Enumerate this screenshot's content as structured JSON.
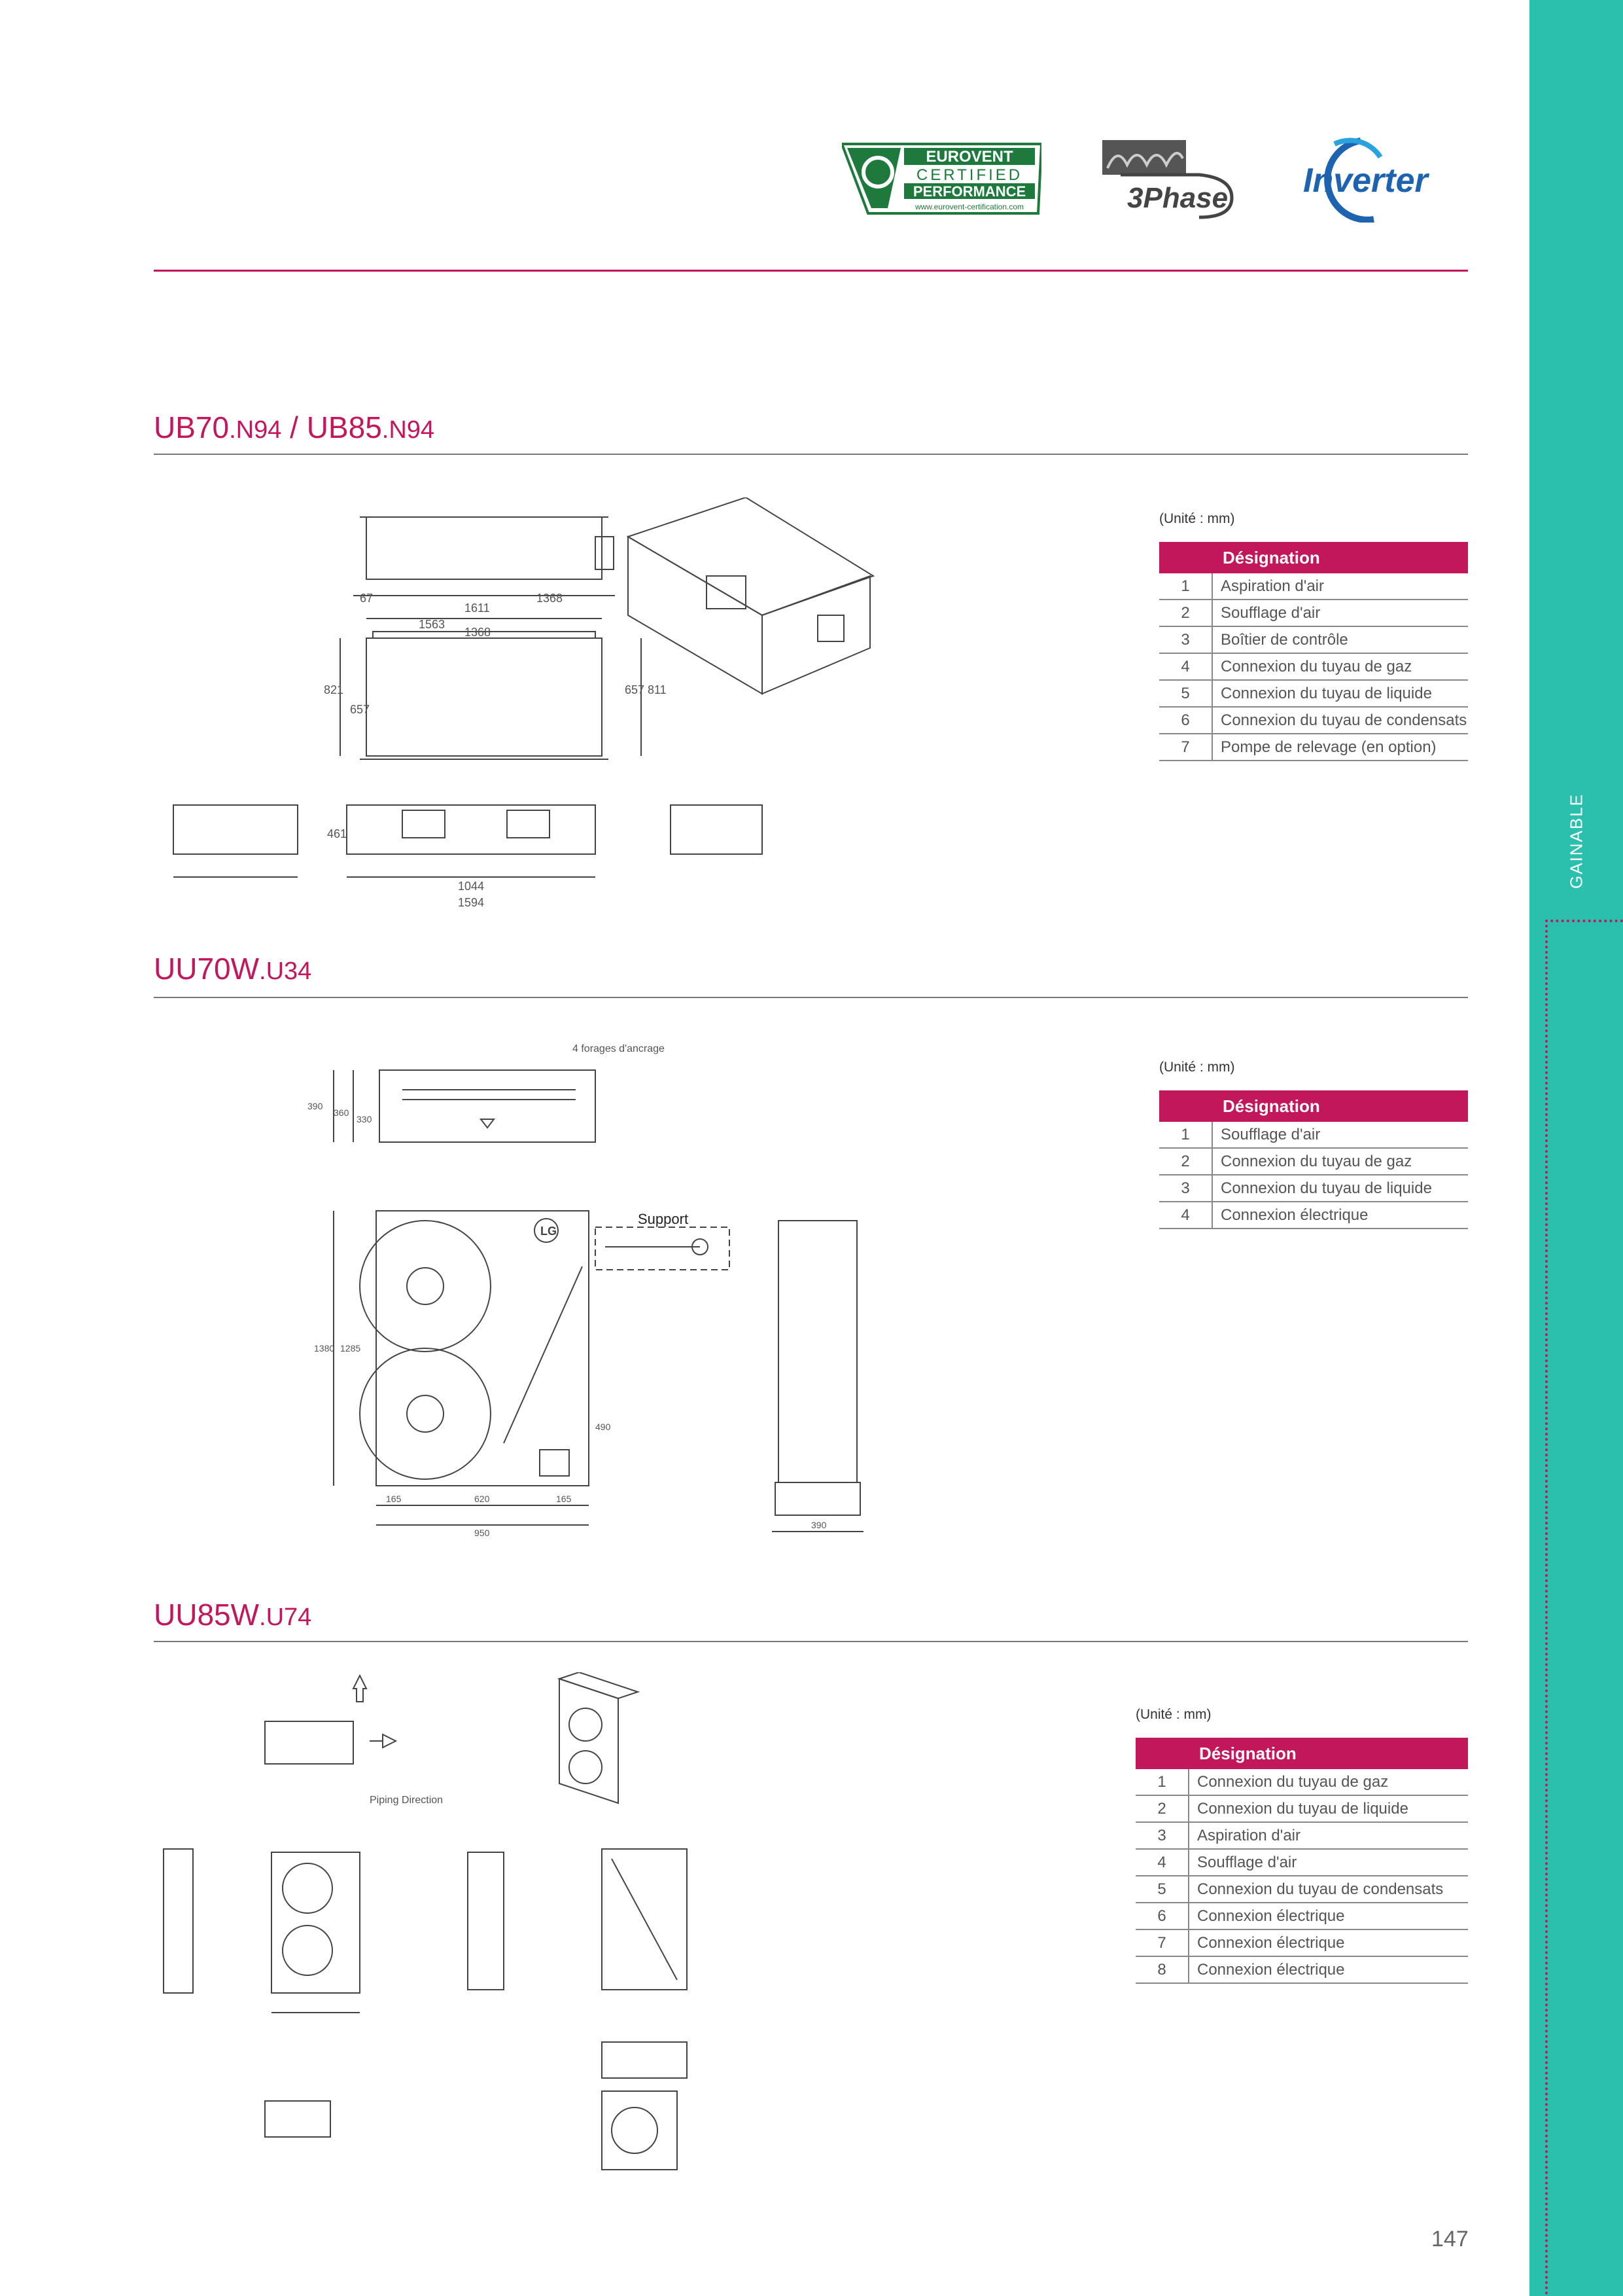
{
  "logos": {
    "eurovent_line1": "EUROVENT",
    "eurovent_line2": "CERTIFIED",
    "eurovent_line3": "PERFORMANCE",
    "eurovent_url": "www.eurovent-certification.com",
    "phase_label": "3Phase",
    "inverter_label": "Inverter"
  },
  "sidebar": {
    "label": "GAINABLE"
  },
  "sections": [
    {
      "title": "UB70",
      "title_suffix": ".N94",
      "title_sep": " / ",
      "title2": "UB85",
      "title2_suffix": ".N94",
      "unit": "(Unité : mm)",
      "header": "Désignation",
      "rows": [
        {
          "n": "1",
          "label": "Aspiration d'air"
        },
        {
          "n": "2",
          "label": "Soufflage d'air"
        },
        {
          "n": "3",
          "label": "Boîtier de contrôle"
        },
        {
          "n": "4",
          "label": "Connexion du tuyau de gaz"
        },
        {
          "n": "5",
          "label": "Connexion du tuyau de liquide"
        },
        {
          "n": "6",
          "label": "Connexion du tuyau de condensats"
        },
        {
          "n": "7",
          "label": "Pompe de relevage (en option)"
        }
      ],
      "dims": [
        "67",
        "1611",
        "1368",
        "1563",
        "1368",
        "821",
        "657",
        "657",
        "811",
        "461",
        "1044",
        "1594"
      ]
    },
    {
      "title": "UU70W",
      "title_suffix": ".U34",
      "unit": "(Unité : mm)",
      "header": "Désignation",
      "rows": [
        {
          "n": "1",
          "label": "Soufflage d'air"
        },
        {
          "n": "2",
          "label": "Connexion du tuyau de gaz"
        },
        {
          "n": "3",
          "label": "Connexion du tuyau de liquide"
        },
        {
          "n": "4",
          "label": "Connexion électrique"
        }
      ],
      "anchor_label": "4 forages d'ancrage",
      "support_label": "Support",
      "brand": "LG",
      "dims": [
        "390",
        "360",
        "330",
        "1380",
        "1285",
        "490",
        "165",
        "620",
        "165",
        "950",
        "390"
      ]
    },
    {
      "title": "UU85W",
      "title_suffix": ".U74",
      "unit": "(Unité : mm)",
      "header": "Désignation",
      "rows": [
        {
          "n": "1",
          "label": "Connexion du tuyau de gaz"
        },
        {
          "n": "2",
          "label": "Connexion du tuyau de liquide"
        },
        {
          "n": "3",
          "label": "Aspiration d'air"
        },
        {
          "n": "4",
          "label": "Soufflage d'air"
        },
        {
          "n": "5",
          "label": "Connexion du tuyau de condensats"
        },
        {
          "n": "6",
          "label": "Connexion électrique"
        },
        {
          "n": "7",
          "label": "Connexion électrique"
        },
        {
          "n": "8",
          "label": "Connexion électrique"
        }
      ],
      "piping_label": "Piping Direction"
    }
  ],
  "page_number": "147",
  "colors": {
    "accent": "#c2185b",
    "sidebar": "#2bbfae",
    "eurovent": "#1d7a3c",
    "inverter": "#1e63b0"
  }
}
